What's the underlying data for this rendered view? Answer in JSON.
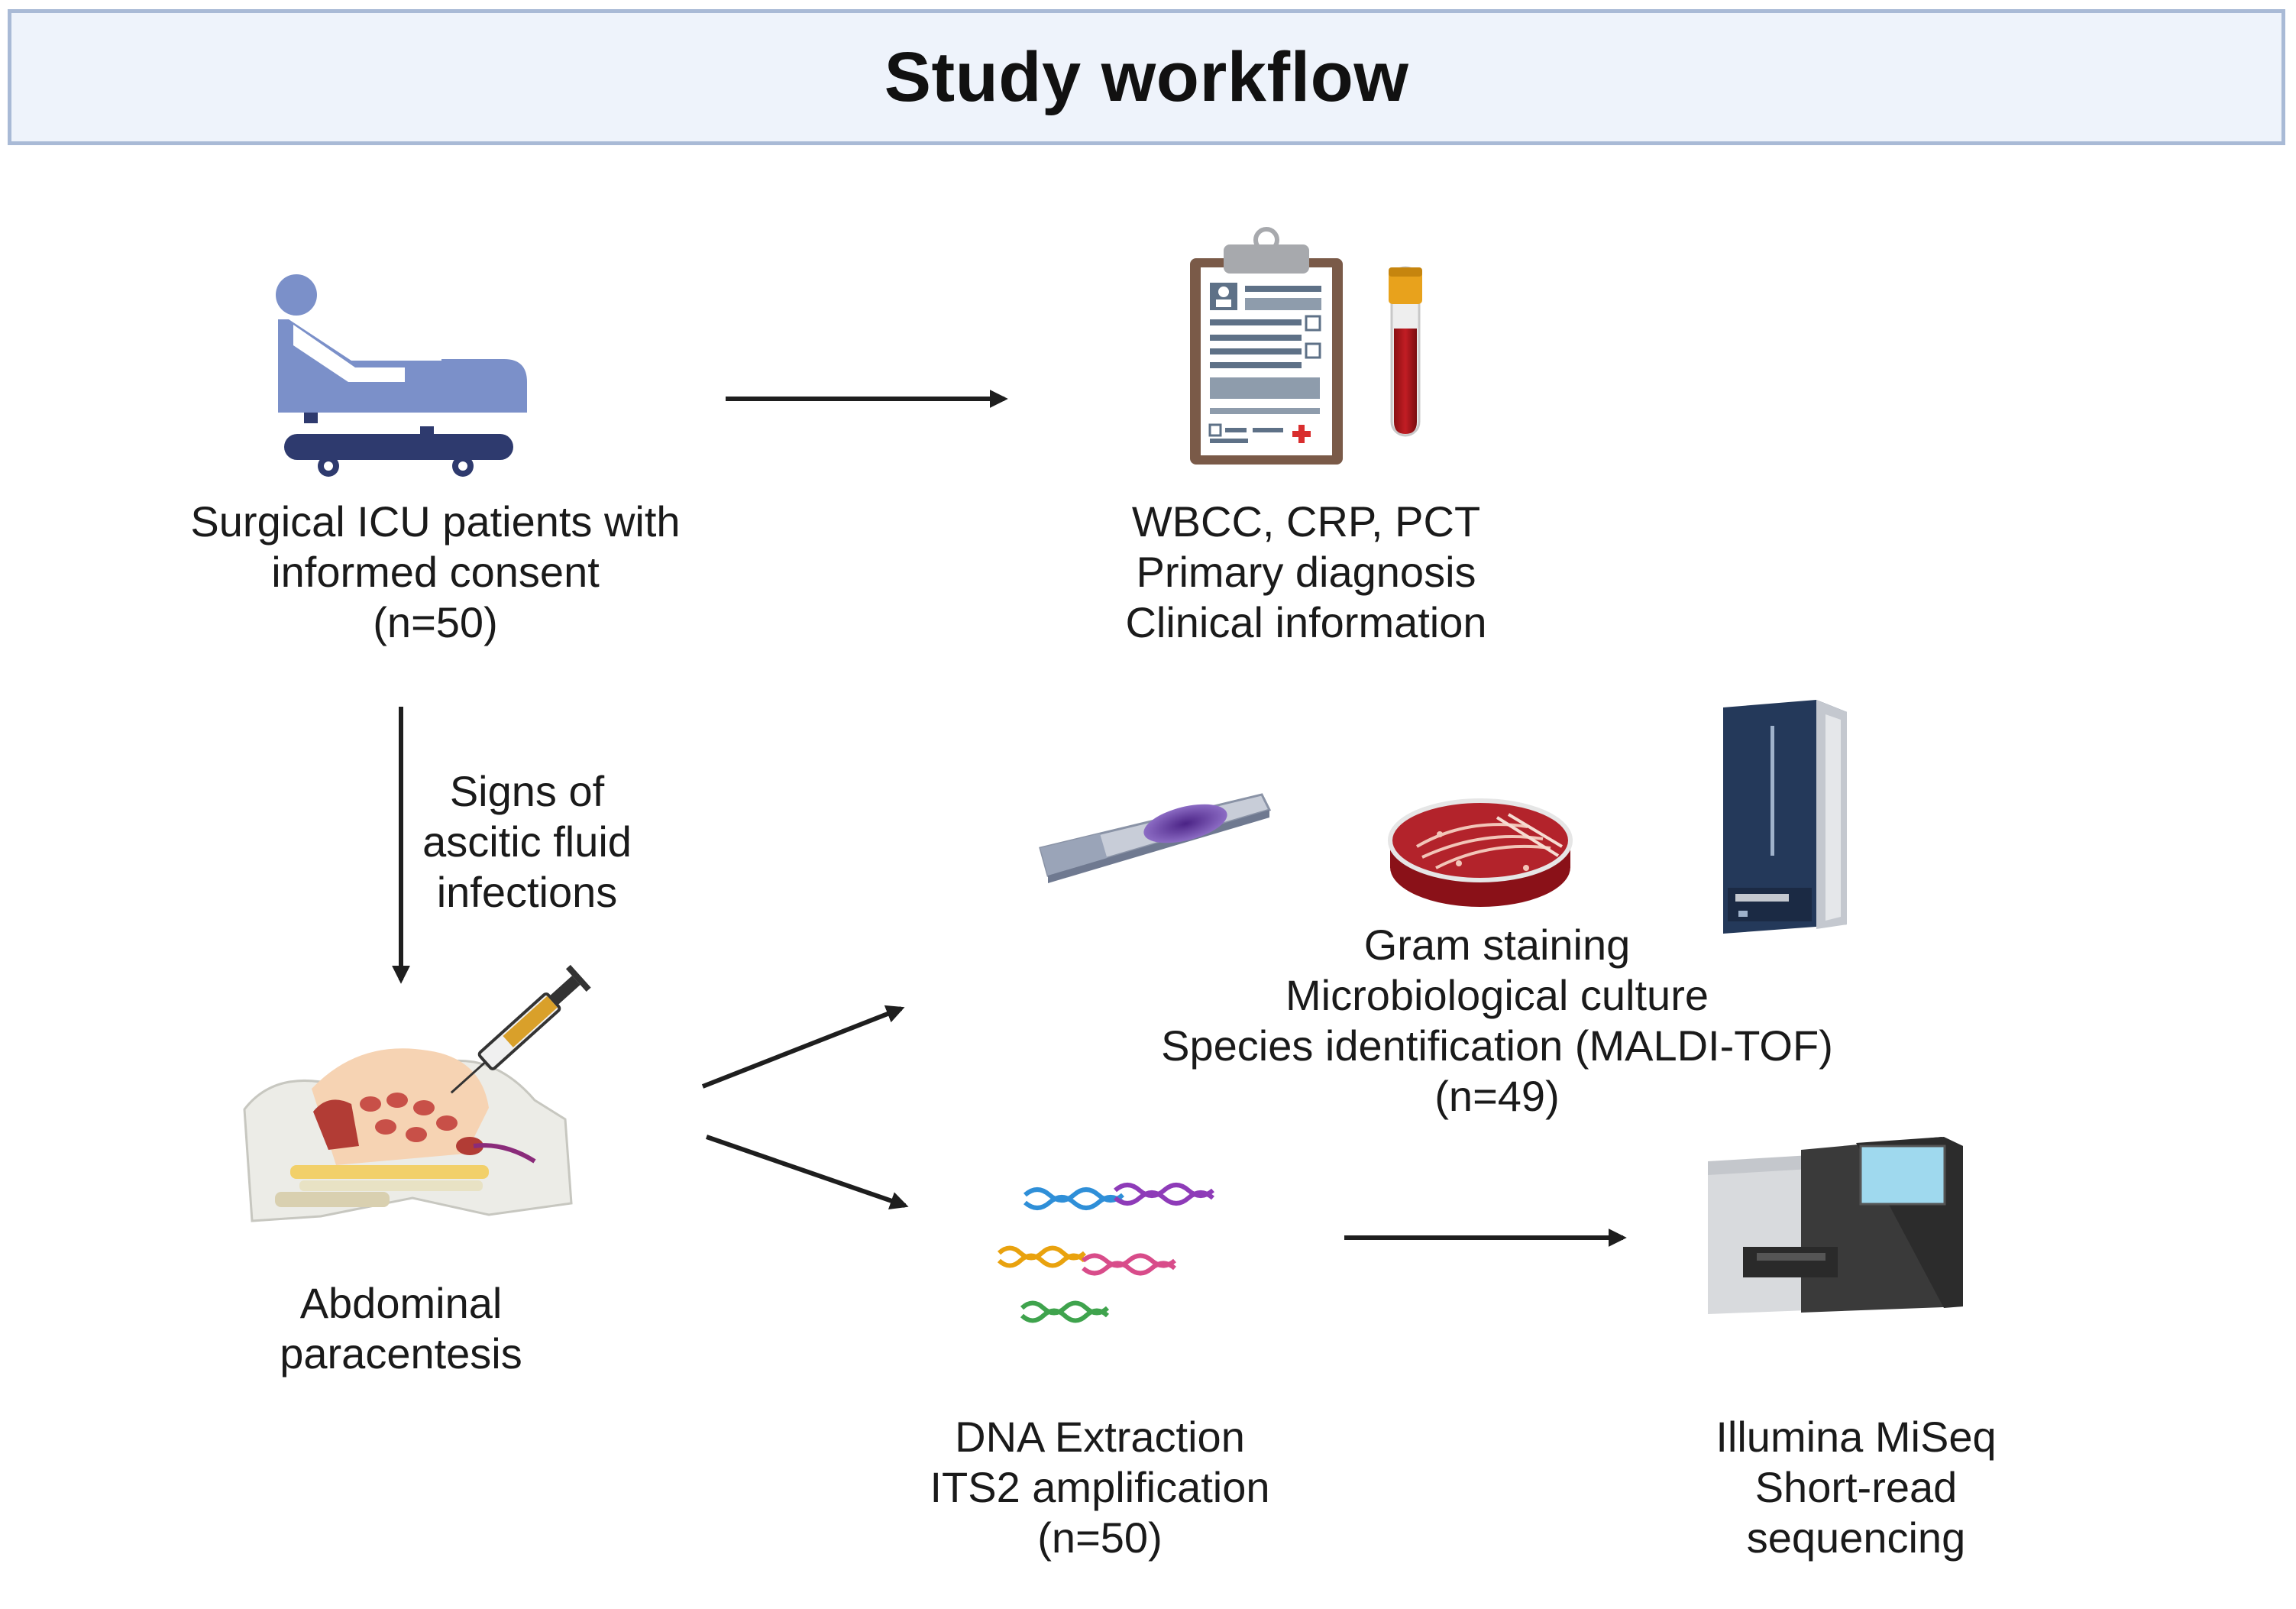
{
  "title": "Study workflow",
  "patients": {
    "line1": "Surgical ICU patients with",
    "line2": "informed consent",
    "line3": "(n=50)"
  },
  "clinical": {
    "line1": "WBCC, CRP, PCT",
    "line2": "Primary diagnosis",
    "line3": "Clinical information"
  },
  "signs": {
    "line1": "Signs of",
    "line2": "ascitic fluid",
    "line3": "infections"
  },
  "paracentesis": {
    "line1": "Abdominal",
    "line2": "paracentesis"
  },
  "culture": {
    "line1": "Gram staining",
    "line2": "Microbiological culture",
    "line3": "Species identification (MALDI-TOF)",
    "line4": "(n=49)"
  },
  "dna": {
    "line1": "DNA Extraction",
    "line2": "ITS2 amplification",
    "line3": "(n=50)"
  },
  "sequencing": {
    "line1": "Illumina MiSeq",
    "line2": "Short-read",
    "line3": "sequencing"
  },
  "colors": {
    "title_fill": "#eef3fb",
    "title_border": "#a9bad6",
    "patient_blue": "#7b90c9",
    "patient_navy": "#2e3a6e",
    "arrow": "#1e1e1e",
    "blood": "#a4161a",
    "tube_cap": "#e8a21c",
    "sequencer_body": "#3a3a3a",
    "sequencer_screen": "#9fd9ee",
    "maldi_body": "#24395a",
    "slide_stain": "#6a3ea1",
    "petri": "#b3232b"
  },
  "icons": {
    "patient": "hospital-bed-patient-icon",
    "clipboard": "medical-record-clipboard-icon",
    "tube": "blood-sample-tube-icon",
    "slide": "gram-stain-slide-icon",
    "petri": "petri-dish-culture-icon",
    "maldi": "maldi-tof-instrument-icon",
    "abdomen": "abdominal-paracentesis-icon",
    "dna": "dna-strands-icon",
    "sequencer": "illumina-sequencer-icon"
  }
}
